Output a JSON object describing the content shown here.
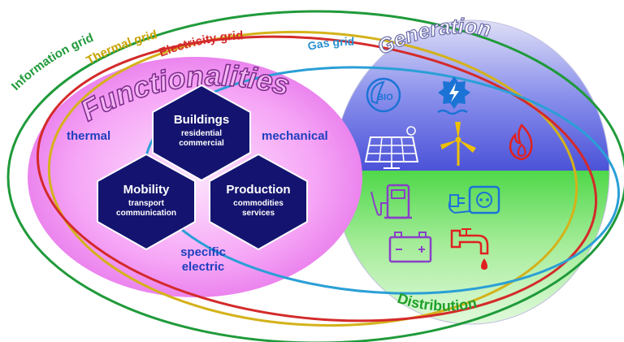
{
  "grids": {
    "information": {
      "label": "Information grid",
      "color": "#1f9a3a"
    },
    "thermal": {
      "label": "Thermal grid",
      "color": "#d4b21a"
    },
    "electricity": {
      "label": "Electricity grid",
      "color": "#d42a2a"
    },
    "gas": {
      "label": "Gas grid",
      "color": "#2a9fd6"
    }
  },
  "functionalities": {
    "title": "Functionalities",
    "labels": {
      "thermal": "thermal",
      "mechanical": "mechanical",
      "specific_line1": "specific",
      "specific_line2": "electric"
    },
    "hexagons": {
      "buildings": {
        "title": "Buildings",
        "line1": "residential",
        "line2": "commercial"
      },
      "mobility": {
        "title": "Mobility",
        "line1": "transport",
        "line2": "communication"
      },
      "production": {
        "title": "Production",
        "line1": "commodities",
        "line2": "services"
      }
    }
  },
  "generation": {
    "title": "Generation",
    "icons": [
      "bio-icon",
      "hydro-icon",
      "solar-panel-icon",
      "wind-turbine-icon",
      "flame-icon"
    ],
    "bio_text": "BIO"
  },
  "distribution": {
    "title": "Distribution",
    "icons": [
      "fuel-pump-icon",
      "electric-plug-socket-icon",
      "battery-icon",
      "water-tap-icon"
    ]
  },
  "colors": {
    "hex_fill": "#141470",
    "pink_light": "#fbd0fb",
    "pink_dark": "#e070e8",
    "blue_top": "#7f86e8",
    "green_bottom": "#6fe06a",
    "icon_blue": "#1c73d6",
    "icon_purple": "#8a3fc8",
    "icon_red": "#e02020",
    "icon_yellow": "#f0c000"
  }
}
